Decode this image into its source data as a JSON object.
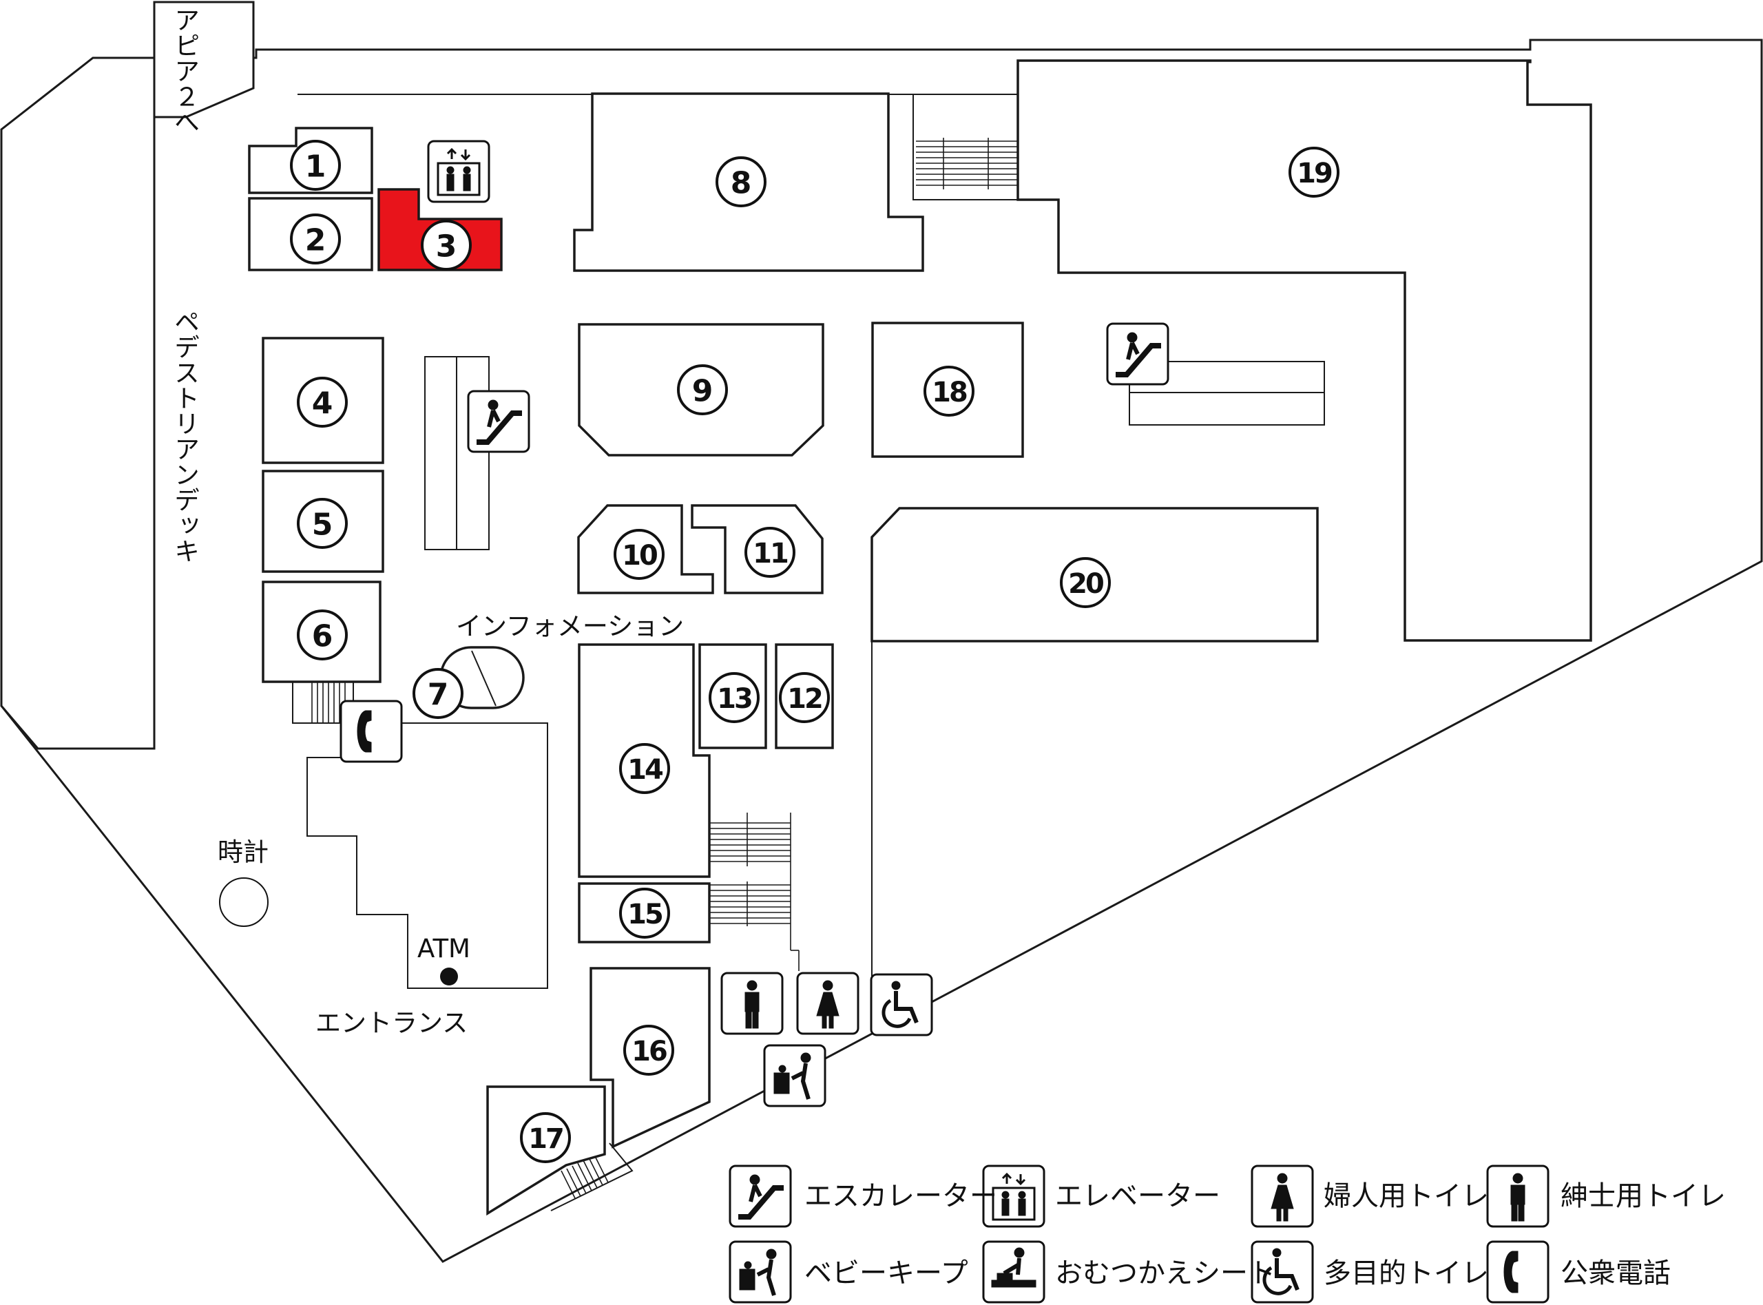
{
  "map": {
    "side_labels": {
      "appia2": "アピア２へ",
      "deck": "ペデストリアンデッキ"
    },
    "place_labels": {
      "information": "インフォメーション",
      "clock": "時計",
      "atm": "ATM",
      "entrance": "エントランス"
    },
    "shops": [
      {
        "num": "1",
        "highlighted": false
      },
      {
        "num": "2",
        "highlighted": false
      },
      {
        "num": "3",
        "highlighted": true
      },
      {
        "num": "4",
        "highlighted": false
      },
      {
        "num": "5",
        "highlighted": false
      },
      {
        "num": "6",
        "highlighted": false
      },
      {
        "num": "7",
        "highlighted": false
      },
      {
        "num": "8",
        "highlighted": false
      },
      {
        "num": "9",
        "highlighted": false
      },
      {
        "num": "10",
        "highlighted": false
      },
      {
        "num": "11",
        "highlighted": false
      },
      {
        "num": "12",
        "highlighted": false
      },
      {
        "num": "13",
        "highlighted": false
      },
      {
        "num": "14",
        "highlighted": false
      },
      {
        "num": "15",
        "highlighted": false
      },
      {
        "num": "16",
        "highlighted": false
      },
      {
        "num": "17",
        "highlighted": false
      },
      {
        "num": "18",
        "highlighted": false
      },
      {
        "num": "19",
        "highlighted": false
      },
      {
        "num": "20",
        "highlighted": false
      }
    ],
    "highlight_color": "#e8141b"
  },
  "legend": {
    "escalator": "エスカレーター",
    "elevator": "エレベーター",
    "womens_toilet": "婦人用トイレ",
    "mens_toilet": "紳士用トイレ",
    "baby_keep": "ベビーキープ",
    "diaper": "おむつかえシート",
    "multipurpose_toilet": "多目的トイレ",
    "public_phone": "公衆電話"
  }
}
